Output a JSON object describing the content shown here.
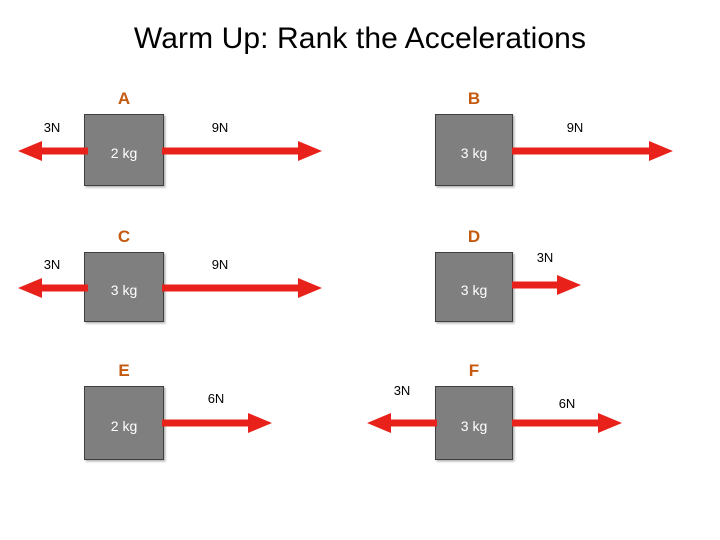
{
  "slide": {
    "title": "Warm Up: Rank the Accelerations",
    "background_color": "#FFFFFF",
    "title_color": "#000000"
  },
  "style": {
    "box_fill": "#7F7F7F",
    "box_border": "#3F3F3F",
    "box_text_color": "#FFFFFF",
    "arrow_color": "#E8221A",
    "letter_color": "#C55A11",
    "force_label_color": "#000000"
  },
  "panels": [
    {
      "letter": "A",
      "mass": "2 kg",
      "forces": [
        {
          "label": "3N",
          "direction": "left",
          "magnitude": 3
        },
        {
          "label": "9N",
          "direction": "right",
          "magnitude": 9
        }
      ]
    },
    {
      "letter": "B",
      "mass": "3 kg",
      "forces": [
        {
          "label": "9N",
          "direction": "right",
          "magnitude": 9
        }
      ]
    },
    {
      "letter": "C",
      "mass": "3 kg",
      "forces": [
        {
          "label": "3N",
          "direction": "left",
          "magnitude": 3
        },
        {
          "label": "9N",
          "direction": "right",
          "magnitude": 9
        }
      ]
    },
    {
      "letter": "D",
      "mass": "3 kg",
      "forces": [
        {
          "label": "3N",
          "direction": "right",
          "magnitude": 3
        }
      ]
    },
    {
      "letter": "E",
      "mass": "2 kg",
      "forces": [
        {
          "label": "6N",
          "direction": "right",
          "magnitude": 6
        }
      ]
    },
    {
      "letter": "F",
      "mass": "3 kg",
      "forces": [
        {
          "label": "3N",
          "direction": "left",
          "magnitude": 3
        },
        {
          "label": "6N",
          "direction": "right",
          "magnitude": 6
        }
      ]
    }
  ]
}
